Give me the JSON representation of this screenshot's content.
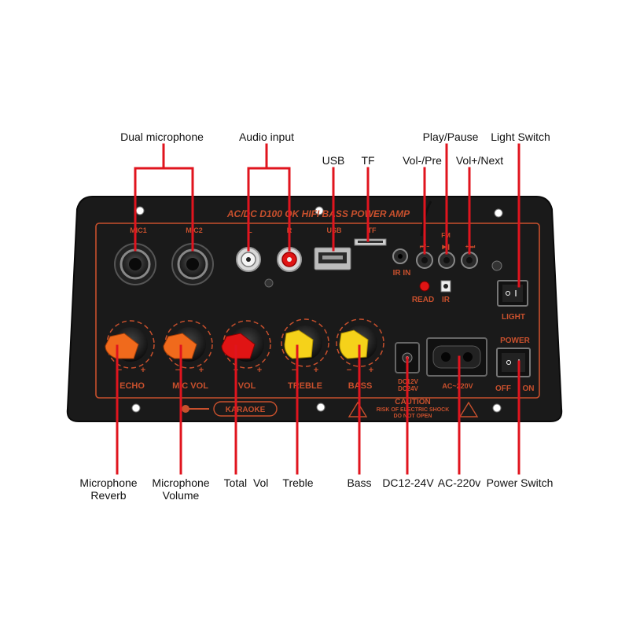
{
  "callouts": {
    "dual_microphone": "Dual microphone",
    "audio_input": "Audio input",
    "usb": "USB",
    "tf": "TF",
    "play_pause": "Play/Pause",
    "vol_pre": "Vol-/Pre",
    "vol_next": "Vol+/Next",
    "light_switch": "Light Switch",
    "mic_reverb_1": "Microphone",
    "mic_reverb_2": "Reverb",
    "mic_volume_1": "Microphone",
    "mic_volume_2": "Volume",
    "total_vol": "Total  Vol",
    "treble": "Treble",
    "bass": "Bass",
    "dc": "DC12-24V",
    "ac": "AC-220v",
    "power_switch": "Power Switch"
  },
  "board": {
    "title": "AC/DC  D100 OK  HIFI      BASS  POWER  AMP",
    "mic1": "MIC1",
    "mic2": "MIC2",
    "l": "L",
    "r": "R",
    "usb": "USB",
    "tf": "TF",
    "fm": "FM",
    "ir_in": "IR IN",
    "read": "READ",
    "ir": "IR",
    "light": "LIGHT",
    "power": "POWER",
    "off": "OFF",
    "on": "ON",
    "echo": "ECHO",
    "mic_vol": "MIC VOL",
    "vol": "VOL",
    "treble": "TREBLE",
    "bass": "BASS",
    "dc_1": "DC12V",
    "dc_2": "DC24V",
    "ac": "AC~220V",
    "karaoke": "KARAOKE",
    "caution": "CAUTION",
    "caution_2": "RISK OF ELECTRIC SHOCK",
    "caution_3": "DO NOT OPEN",
    "minus": "−",
    "plus": "+"
  },
  "colors": {
    "board": "#1a1a1a",
    "trim": "#c8502d",
    "callout_line": "#e0141e",
    "knob_orange": "#f06a1c",
    "knob_red": "#e01414",
    "knob_yellow": "#f5d21a"
  }
}
